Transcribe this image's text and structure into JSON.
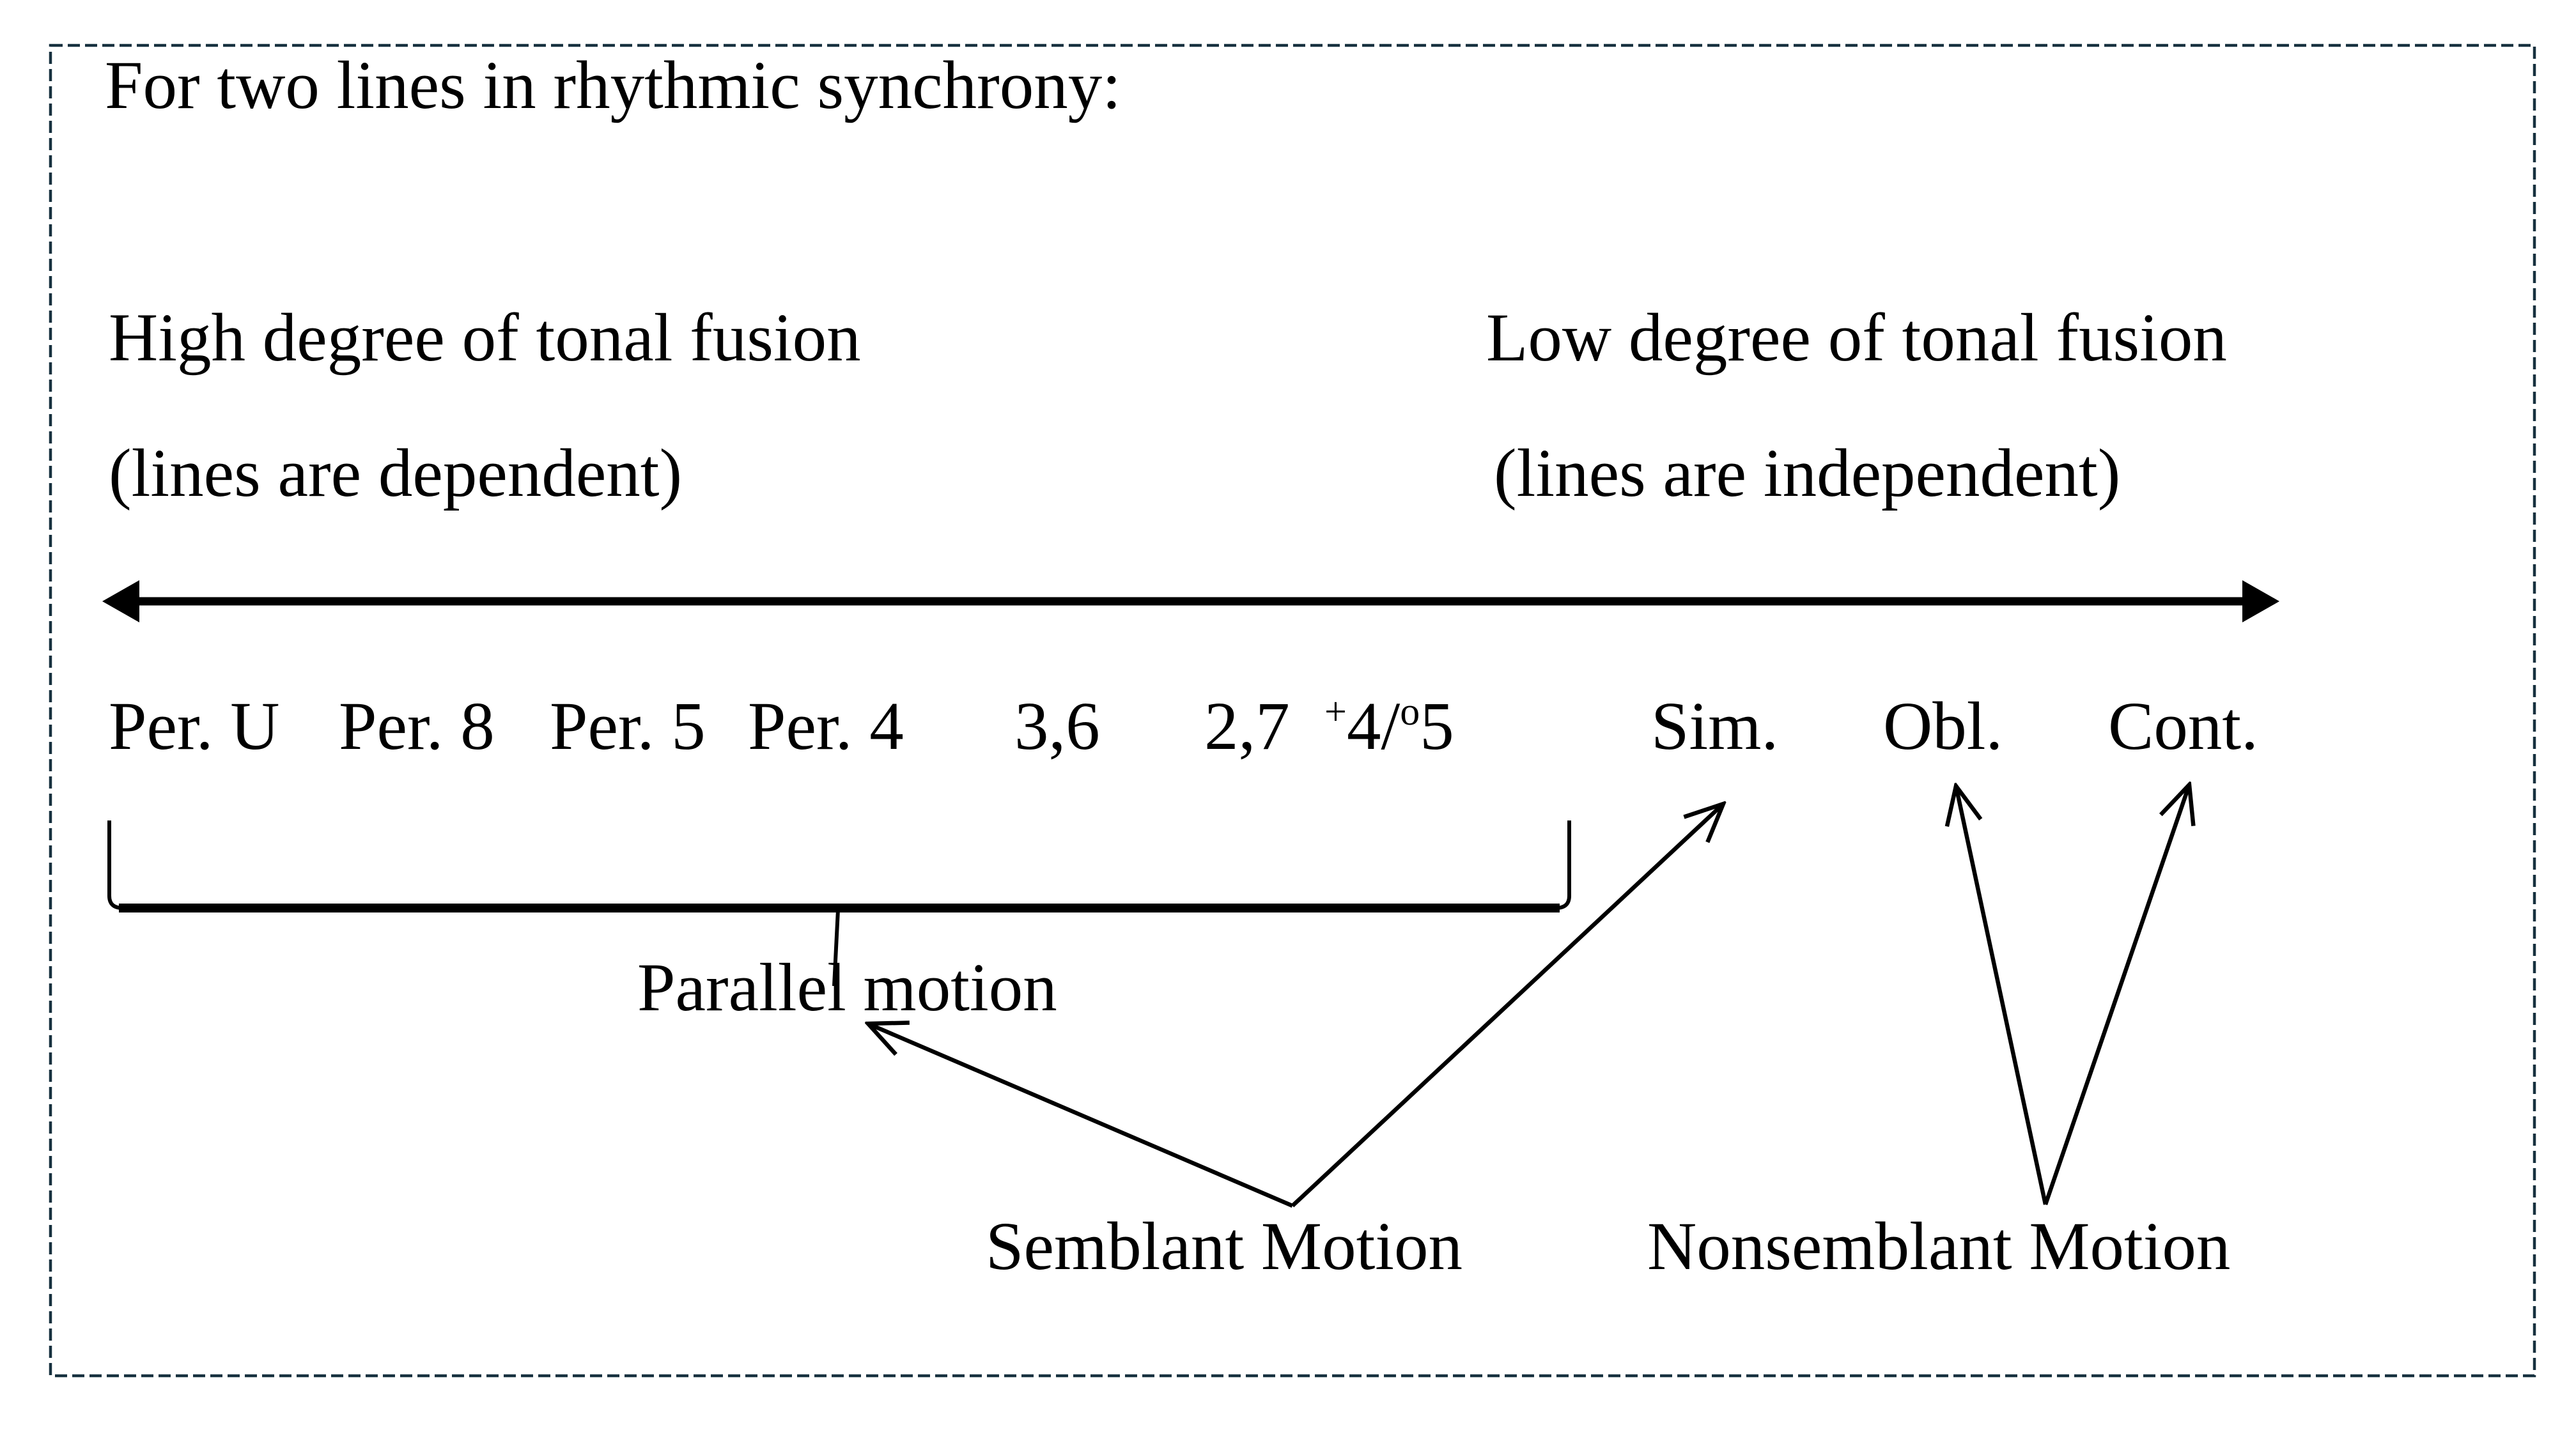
{
  "frame": {
    "background": "#ffffff",
    "border_color": "#17313f",
    "ink_color": "#000000"
  },
  "title": {
    "text": "For two lines in rhythmic synchrony:"
  },
  "poles": {
    "high": {
      "line1": "High degree of tonal fusion",
      "line2": "(lines are dependent)"
    },
    "low": {
      "line1": "Low degree of tonal fusion",
      "line2": "(lines are independent)"
    }
  },
  "axis": {
    "description": "double-headed-arrow"
  },
  "spectrum": {
    "items": [
      {
        "id": "per-u",
        "text": "Per. U"
      },
      {
        "id": "per-8",
        "text": "Per. 8"
      },
      {
        "id": "per-5",
        "text": "Per. 5"
      },
      {
        "id": "per-4",
        "text": "Per. 4"
      },
      {
        "id": "thirds-sixths",
        "text": "3,6"
      },
      {
        "id": "seconds-sevenths",
        "text": "2,7"
      },
      {
        "id": "tritone",
        "sup_plus": "+",
        "body": "4/",
        "sup_o": "o",
        "tail": "5"
      },
      {
        "id": "sim",
        "text": "Sim."
      },
      {
        "id": "obl",
        "text": "Obl."
      },
      {
        "id": "cont",
        "text": "Cont."
      }
    ]
  },
  "groups": {
    "parallel": {
      "label": "Parallel motion"
    },
    "semblant": {
      "label": "Semblant Motion"
    },
    "nonsemblant": {
      "label": "Nonsemblant Motion"
    }
  }
}
